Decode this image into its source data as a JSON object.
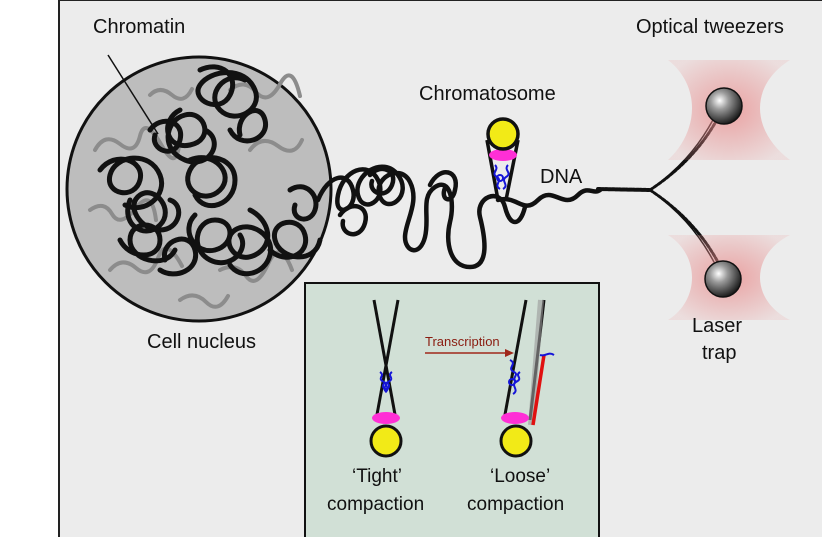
{
  "labels": {
    "chromatin": "Chromatin",
    "cell_nucleus": "Cell nucleus",
    "chromatosome": "Chromatosome",
    "dna": "DNA",
    "optical_tweezers": "Optical tweezers",
    "laser": "Laser",
    "trap": "trap"
  },
  "inset": {
    "transcription": "Transcription",
    "tight_line1": "‘Tight’",
    "tight_line2": "compaction",
    "loose_line1": "‘Loose’",
    "loose_line2": "compaction"
  },
  "colors": {
    "panel_bg": "#ececec",
    "inset_bg": "#d1e0d6",
    "bead": "#f2ea17",
    "histone": "#ff2fd6",
    "linker": "#1515d8",
    "trap_glow": "#e88a8a",
    "transcription_arrow": "#a0281a",
    "rna_red": "#e01010"
  }
}
